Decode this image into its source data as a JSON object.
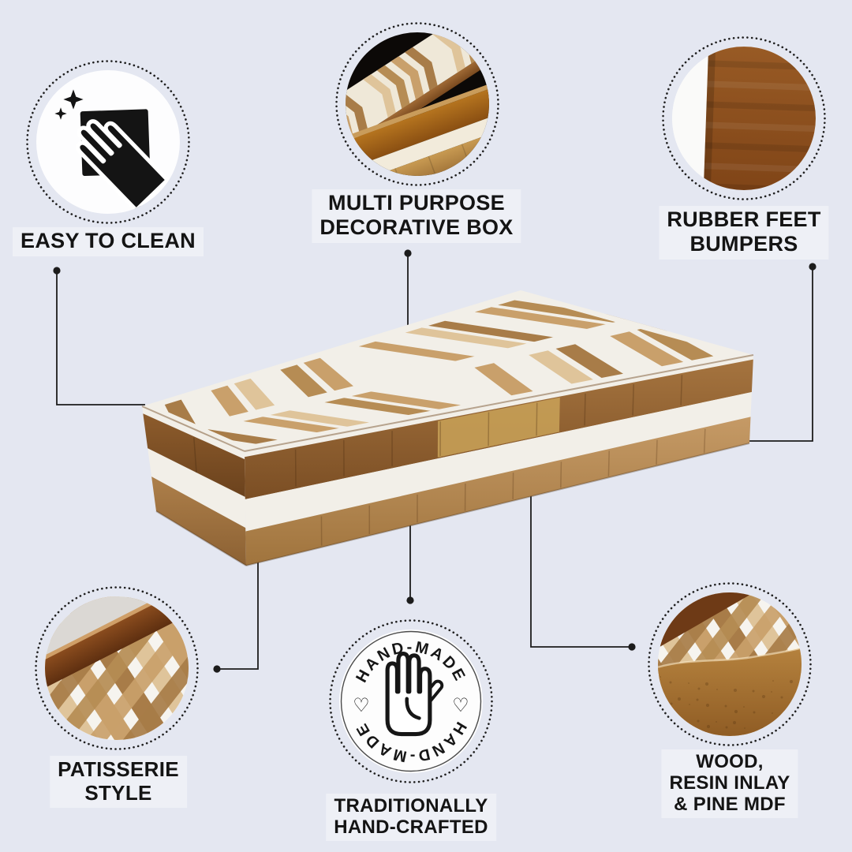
{
  "page": {
    "background": "#e4e7f1"
  },
  "palette": {
    "line": "#1c1c1c",
    "text": "#141414",
    "label_bg": "rgba(255,255,255,0.38)",
    "ring": "#1f1f1f",
    "disc": "#fdfdfe",
    "resin": "#f2efe8",
    "wood1": "#c9a06b",
    "wood2": "#a87c48",
    "wood3": "#dfc49a",
    "wood4": "#b68c54",
    "gold": "#c9a258",
    "lid_wood_dark": "#7b4e24",
    "lid_wood_mid": "#a5743f",
    "base_wood_light": "#c59a66",
    "base_wood_dark": "#a0743d",
    "badge_ink": "#161616",
    "mahogany": "#8a4c1e"
  },
  "product": {
    "name": "wood-and-resin-inlay-decorative-box"
  },
  "features": [
    {
      "id": "easy-to-clean",
      "type": "icon",
      "icon": "cleaning-cloth-hand-sparkles-icon",
      "lines": [
        "EASY TO CLEAN"
      ]
    },
    {
      "id": "multi-purpose-box",
      "type": "photo",
      "photo": "open-decorative-box-closeup",
      "lines": [
        "MULTI PURPOSE",
        "DECORATIVE BOX"
      ]
    },
    {
      "id": "rubber-feet-bumpers",
      "type": "photo",
      "photo": "box-underside-corner-closeup",
      "lines": [
        "RUBBER FEET",
        "BUMPERS"
      ]
    },
    {
      "id": "patisserie-style",
      "type": "photo",
      "photo": "inlay-lattice-pattern-closeup",
      "lines": [
        "PATISSERIE",
        "STYLE"
      ]
    },
    {
      "id": "traditionally-hand-crafted",
      "type": "badge",
      "icon": "hand-made-badge",
      "badge": {
        "top_text": "HAND-MADE",
        "bottom_text": "HAND-MADE",
        "left_glyph": "♡",
        "right_glyph": "♡"
      },
      "lines": [
        "TRADITIONALLY",
        "HAND-CRAFTED"
      ]
    },
    {
      "id": "materials",
      "type": "photo",
      "photo": "mdf-edge-and-inlay-closeup",
      "lines": [
        "WOOD,",
        "RESIN INLAY",
        "& PINE MDF"
      ]
    }
  ]
}
